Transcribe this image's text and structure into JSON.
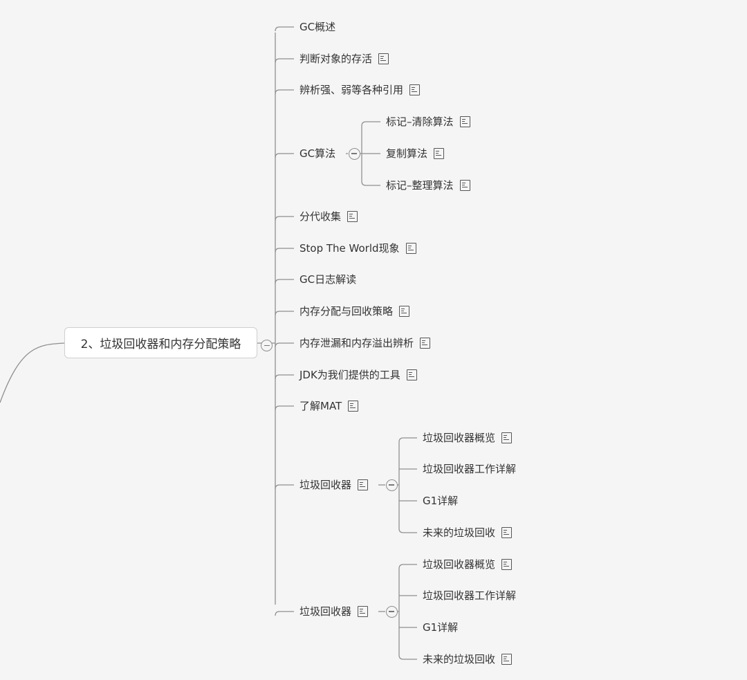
{
  "root": {
    "label": "2、垃圾回收器和内存分配策略"
  },
  "level1": [
    {
      "label": "GC概述",
      "note": false
    },
    {
      "label": "判断对象的存活",
      "note": true
    },
    {
      "label": "辨析强、弱等各种引用",
      "note": true
    },
    {
      "label": "GC算法",
      "note": false,
      "collapsible": true,
      "children": [
        {
          "label": "标记–清除算法",
          "note": true
        },
        {
          "label": "复制算法",
          "note": true
        },
        {
          "label": "标记–整理算法",
          "note": true
        }
      ]
    },
    {
      "label": "分代收集",
      "note": true
    },
    {
      "label": "Stop The World现象",
      "note": true
    },
    {
      "label": "GC日志解读",
      "note": false
    },
    {
      "label": "内存分配与回收策略",
      "note": true
    },
    {
      "label": "内存泄漏和内存溢出辨析",
      "note": true
    },
    {
      "label": "JDK为我们提供的工具",
      "note": true
    },
    {
      "label": "了解MAT",
      "note": true
    },
    {
      "label": "垃圾回收器",
      "note": true,
      "collapsible": true,
      "children": [
        {
          "label": "垃圾回收器概览",
          "note": true
        },
        {
          "label": "垃圾回收器工作详解",
          "note": false
        },
        {
          "label": "G1详解",
          "note": false
        },
        {
          "label": "未来的垃圾回收",
          "note": true
        }
      ]
    },
    {
      "label": "垃圾回收器",
      "note": true,
      "collapsible": true,
      "children": [
        {
          "label": "垃圾回收器概览",
          "note": true
        },
        {
          "label": "垃圾回收器工作详解",
          "note": false
        },
        {
          "label": "G1详解",
          "note": false
        },
        {
          "label": "未来的垃圾回收",
          "note": true
        }
      ]
    }
  ],
  "colors": {
    "background": "#f5f5f5",
    "line": "#8f8f8f",
    "text": "#333333",
    "root_border": "#cfcfcf"
  },
  "icons": {
    "note": "note-icon",
    "collapse": "collapse-minus-icon"
  }
}
